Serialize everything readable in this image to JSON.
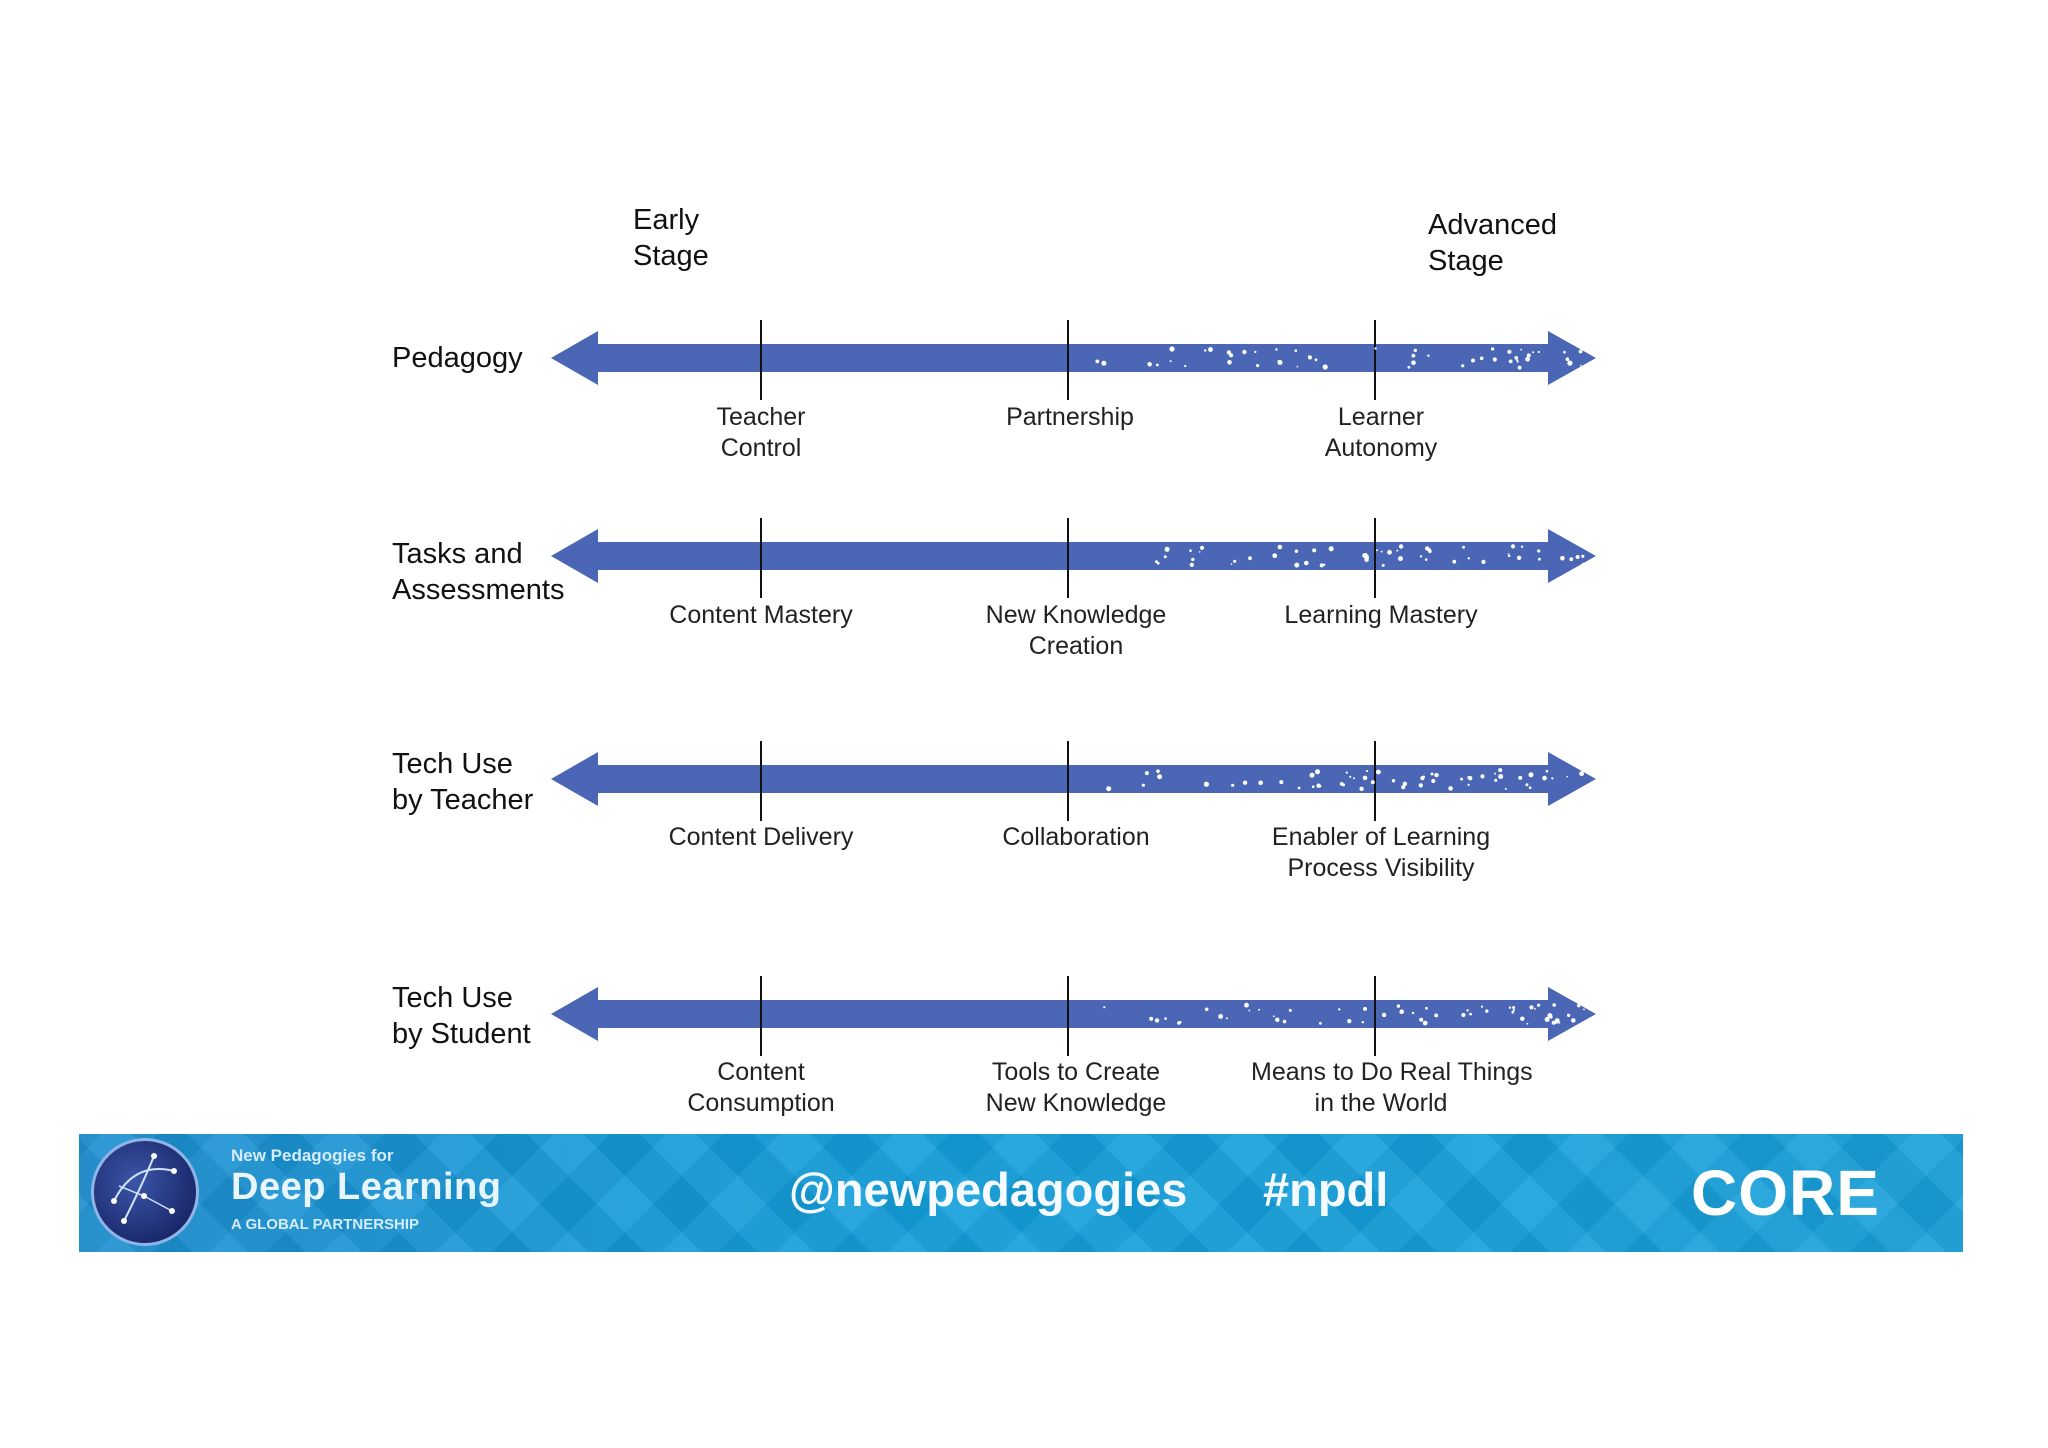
{
  "stages": {
    "early": "Early\nStage",
    "advanced": "Advanced\nStage"
  },
  "rows": [
    {
      "label": "Pedagogy",
      "ticks": [
        "Teacher\nControl",
        "Partnership",
        "Learner\nAutonomy"
      ]
    },
    {
      "label": "Tasks and\nAssessments",
      "ticks": [
        "Content Mastery",
        "New Knowledge\nCreation",
        "Learning Mastery"
      ]
    },
    {
      "label": "Tech Use\nby Teacher",
      "ticks": [
        "Content Delivery",
        "Collaboration",
        "Enabler of Learning\nProcess Visibility"
      ]
    },
    {
      "label": "Tech Use\nby Student",
      "ticks": [
        "Content\nConsumption",
        "Tools to Create\nNew Knowledge",
        "Means to Do Real Things\nin the World"
      ]
    }
  ],
  "colors": {
    "arrow": "#4a66b4",
    "banner": "#1a9bd8"
  },
  "footer": {
    "brand_small": "New Pedagogies for",
    "brand_big": "Deep Learning",
    "brand_tag": "A GLOBAL PARTNERSHIP",
    "handle": "@newpedagogies",
    "hashtag": "#npdl",
    "core": "CORE",
    "logo_icon": "constellation-globe-icon"
  }
}
